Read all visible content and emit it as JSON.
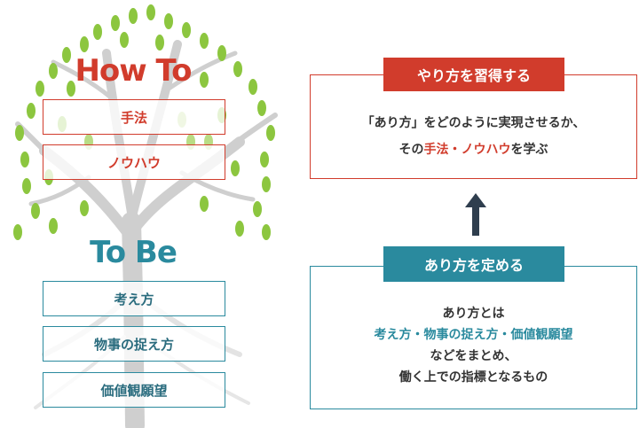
{
  "left": {
    "howto_title": "How To",
    "howto_items": [
      "手法",
      "ノウハウ"
    ],
    "tobe_title": "To Be",
    "tobe_items": [
      "考え方",
      "物事の捉え方",
      "価値観願望"
    ]
  },
  "right": {
    "top_tag": "やり方を習得する",
    "top_line1": "「あり方」をどのように実現させるか、",
    "top_line2_pre": "その",
    "top_line2_highlight": "手法・ノウハウ",
    "top_line2_post": "を学ぶ",
    "bottom_tag": "あり方を定める",
    "bottom_line1": "あり方とは",
    "bottom_line2_highlight": "考え方・物事の捉え方・価値観願望",
    "bottom_line3": "などをまとめ、",
    "bottom_line4": "働く上での指標となるもの"
  },
  "colors": {
    "red": "#d13c2c",
    "teal": "#2a8a9e",
    "leaf": "#8cc63f",
    "trunk": "#cfcfcf",
    "arrow": "#2f3e4e"
  }
}
